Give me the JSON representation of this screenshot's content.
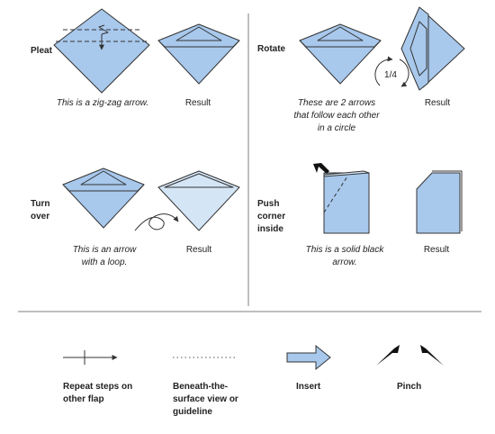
{
  "colors": {
    "fill": "#a8c8ec",
    "fill_light": "#d4e5f6",
    "stroke": "#333333",
    "line": "#7f7f7f"
  },
  "panels": {
    "pleat": {
      "title": "Pleat",
      "caption": "This is a zig-zag arrow.",
      "result": "Result"
    },
    "rotate": {
      "title": "Rotate",
      "caption": "These are 2 arrows that follow each other in a circle",
      "result": "Result",
      "badge": "1/4"
    },
    "turn": {
      "title": "Turn over",
      "caption": "This is an arrow with a loop.",
      "result": "Result"
    },
    "push": {
      "title": "Push corner inside",
      "caption": "This is a solid black arrow.",
      "result": "Result"
    }
  },
  "legend": [
    {
      "label": "Repeat steps on other flap",
      "icon": "line-arrow-icon"
    },
    {
      "label": "Beneath-the-surface view or guideline",
      "icon": "dotted-line-icon"
    },
    {
      "label": "Insert",
      "icon": "hollow-arrow-icon"
    },
    {
      "label": "Pinch",
      "icon": "pinch-arrows-icon"
    }
  ]
}
